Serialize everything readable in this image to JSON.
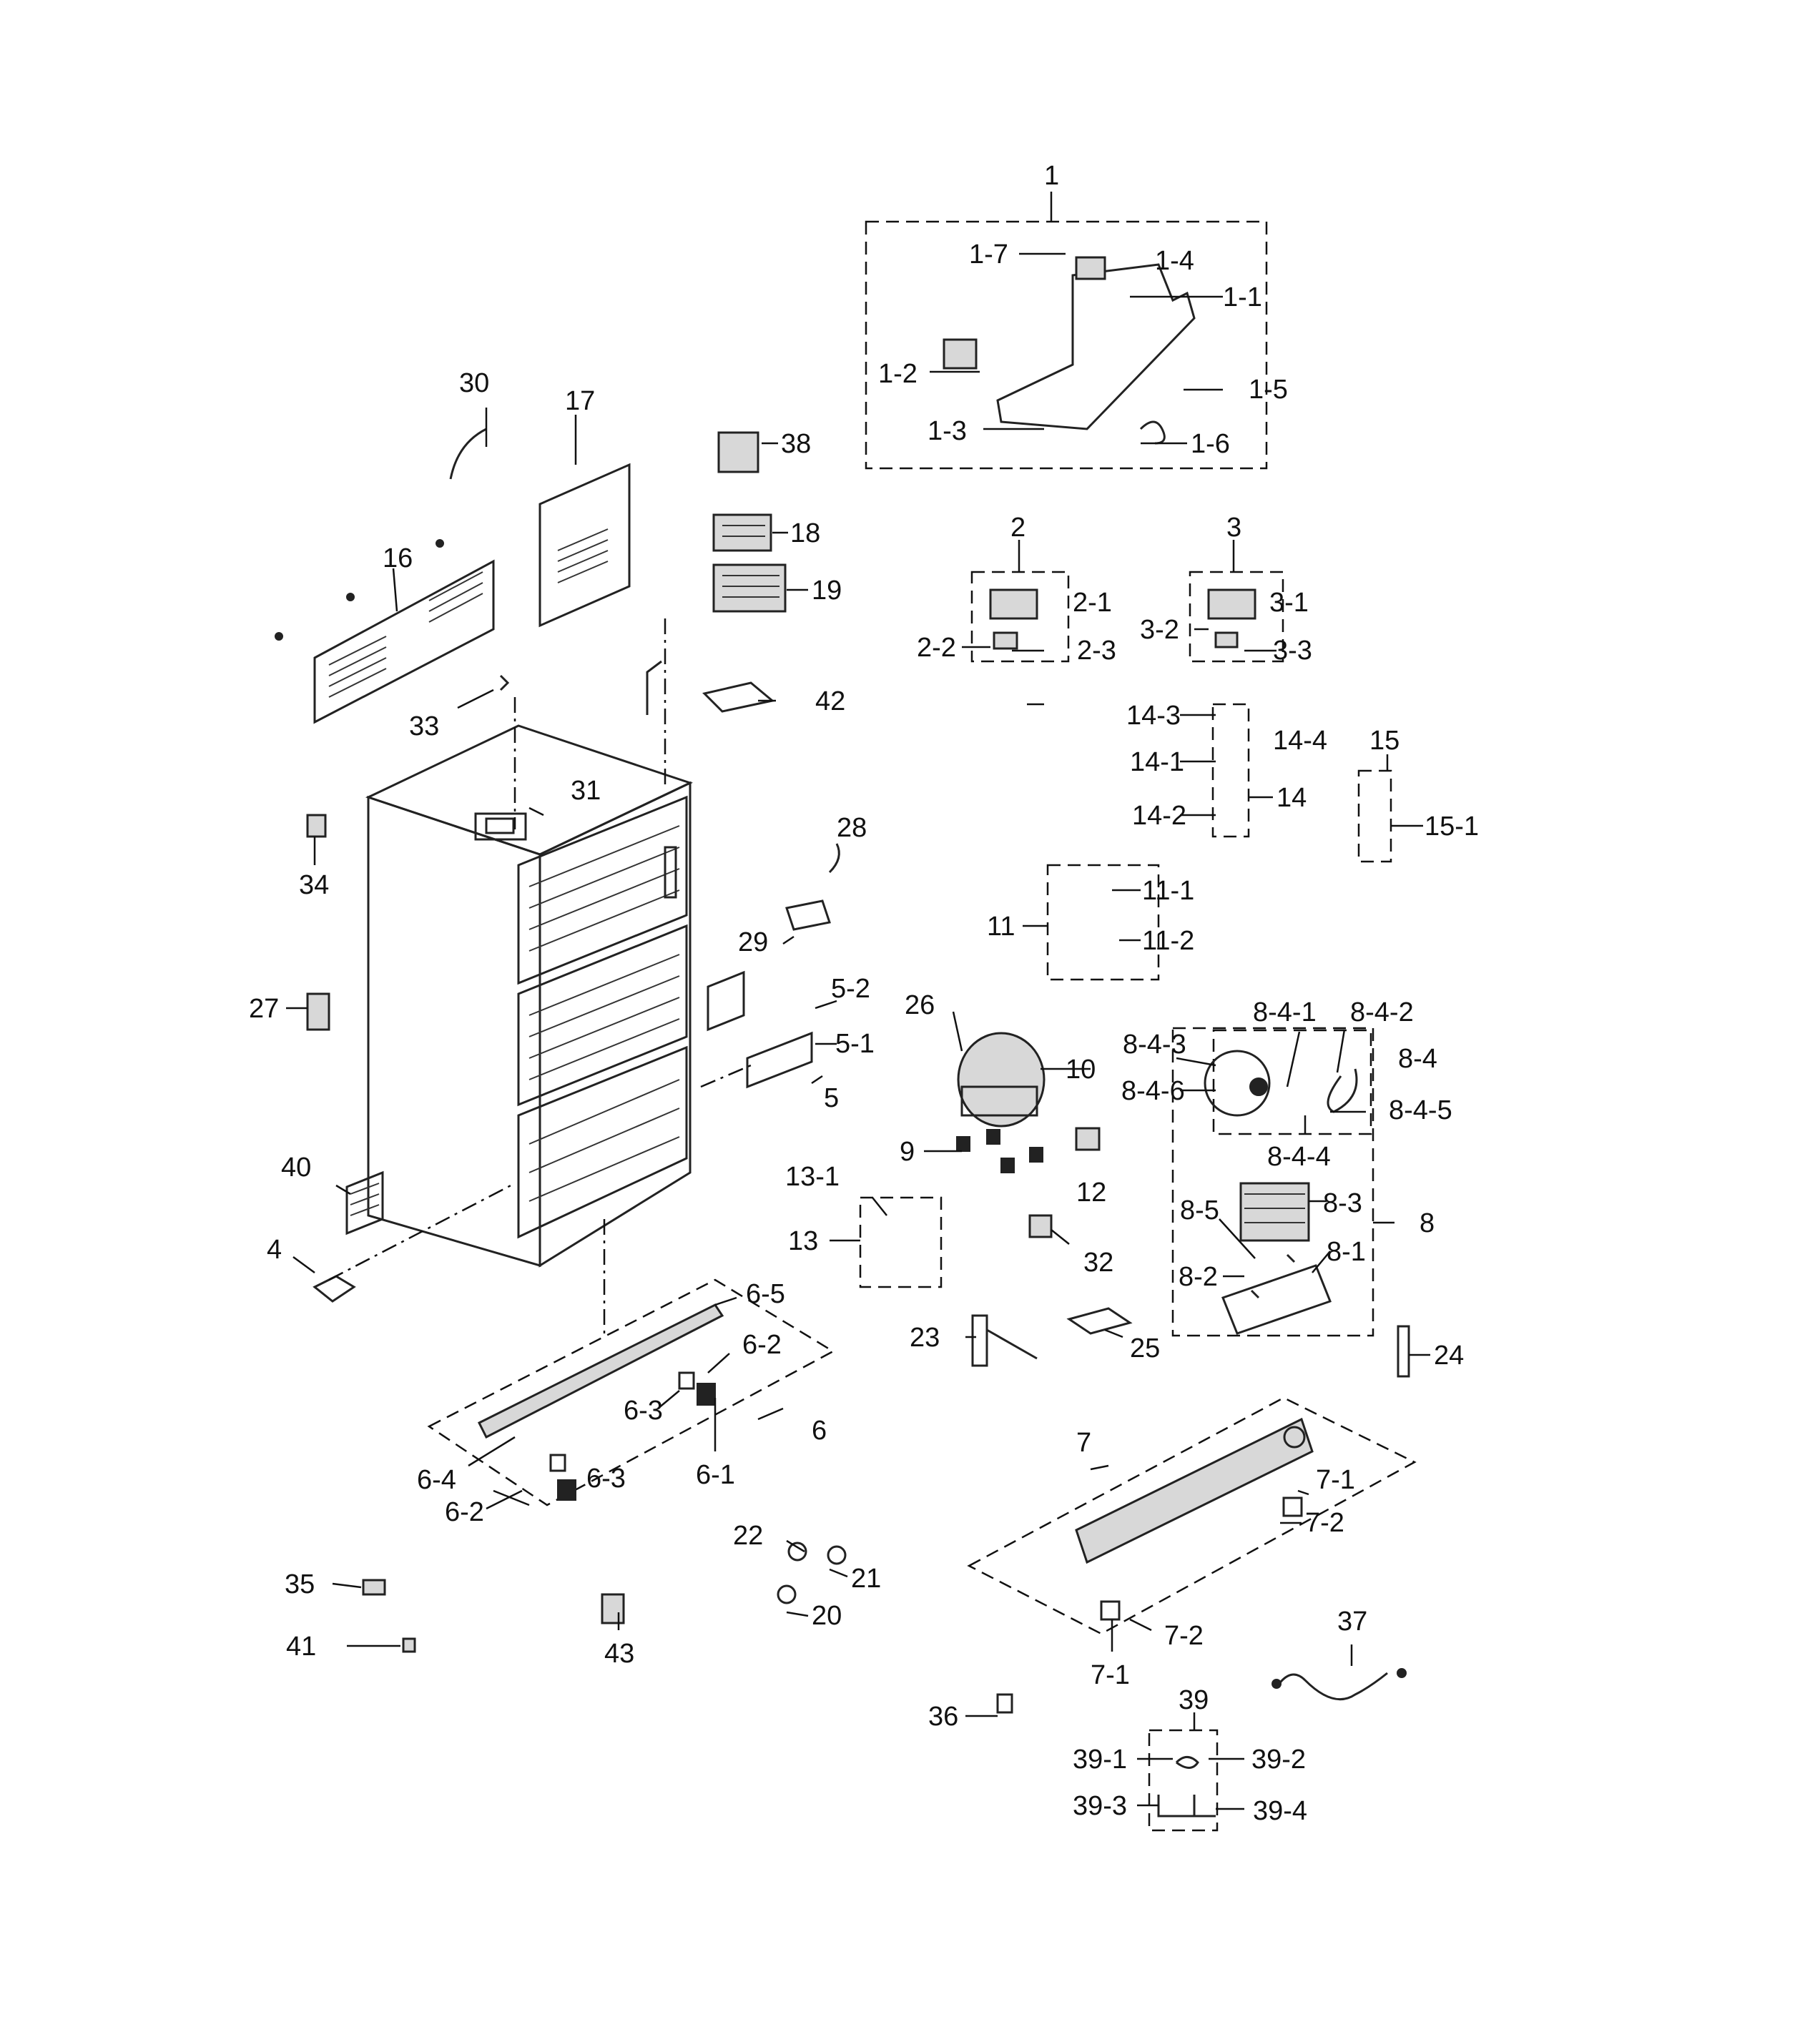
{
  "callouts": [
    {
      "id": "1",
      "text": "1"
    },
    {
      "id": "1-1",
      "text": "1-1"
    },
    {
      "id": "1-2",
      "text": "1-2"
    },
    {
      "id": "1-3",
      "text": "1-3"
    },
    {
      "id": "1-4",
      "text": "1-4"
    },
    {
      "id": "1-5",
      "text": "1-5"
    },
    {
      "id": "1-6",
      "text": "1-6"
    },
    {
      "id": "1-7",
      "text": "1-7"
    },
    {
      "id": "2",
      "text": "2"
    },
    {
      "id": "2-1",
      "text": "2-1"
    },
    {
      "id": "2-2",
      "text": "2-2"
    },
    {
      "id": "2-3",
      "text": "2-3"
    },
    {
      "id": "3",
      "text": "3"
    },
    {
      "id": "3-1",
      "text": "3-1"
    },
    {
      "id": "3-2",
      "text": "3-2"
    },
    {
      "id": "3-3",
      "text": "3-3"
    },
    {
      "id": "4",
      "text": "4"
    },
    {
      "id": "5",
      "text": "5"
    },
    {
      "id": "5-1",
      "text": "5-1"
    },
    {
      "id": "5-2",
      "text": "5-2"
    },
    {
      "id": "6",
      "text": "6"
    },
    {
      "id": "6-1",
      "text": "6-1"
    },
    {
      "id": "6-2a",
      "text": "6-2"
    },
    {
      "id": "6-2b",
      "text": "6-2"
    },
    {
      "id": "6-3a",
      "text": "6-3"
    },
    {
      "id": "6-3b",
      "text": "6-3"
    },
    {
      "id": "6-4",
      "text": "6-4"
    },
    {
      "id": "6-5",
      "text": "6-5"
    },
    {
      "id": "7",
      "text": "7"
    },
    {
      "id": "7-1a",
      "text": "7-1"
    },
    {
      "id": "7-1b",
      "text": "7-1"
    },
    {
      "id": "7-2a",
      "text": "7-2"
    },
    {
      "id": "7-2b",
      "text": "7-2"
    },
    {
      "id": "8",
      "text": "8"
    },
    {
      "id": "8-1",
      "text": "8-1"
    },
    {
      "id": "8-2",
      "text": "8-2"
    },
    {
      "id": "8-3",
      "text": "8-3"
    },
    {
      "id": "8-4",
      "text": "8-4"
    },
    {
      "id": "8-4-1",
      "text": "8-4-1"
    },
    {
      "id": "8-4-2",
      "text": "8-4-2"
    },
    {
      "id": "8-4-3",
      "text": "8-4-3"
    },
    {
      "id": "8-4-4",
      "text": "8-4-4"
    },
    {
      "id": "8-4-5",
      "text": "8-4-5"
    },
    {
      "id": "8-4-6",
      "text": "8-4-6"
    },
    {
      "id": "8-5",
      "text": "8-5"
    },
    {
      "id": "9",
      "text": "9"
    },
    {
      "id": "10",
      "text": "10"
    },
    {
      "id": "11",
      "text": "11"
    },
    {
      "id": "11-1",
      "text": "11-1"
    },
    {
      "id": "11-2",
      "text": "11-2"
    },
    {
      "id": "12",
      "text": "12"
    },
    {
      "id": "13",
      "text": "13"
    },
    {
      "id": "13-1",
      "text": "13-1"
    },
    {
      "id": "14",
      "text": "14"
    },
    {
      "id": "14-1",
      "text": "14-1"
    },
    {
      "id": "14-2",
      "text": "14-2"
    },
    {
      "id": "14-3",
      "text": "14-3"
    },
    {
      "id": "14-4",
      "text": "14-4"
    },
    {
      "id": "15",
      "text": "15"
    },
    {
      "id": "15-1",
      "text": "15-1"
    },
    {
      "id": "16",
      "text": "16"
    },
    {
      "id": "17",
      "text": "17"
    },
    {
      "id": "18",
      "text": "18"
    },
    {
      "id": "19",
      "text": "19"
    },
    {
      "id": "20",
      "text": "20"
    },
    {
      "id": "21",
      "text": "21"
    },
    {
      "id": "22",
      "text": "22"
    },
    {
      "id": "23",
      "text": "23"
    },
    {
      "id": "24",
      "text": "24"
    },
    {
      "id": "25",
      "text": "25"
    },
    {
      "id": "26",
      "text": "26"
    },
    {
      "id": "27",
      "text": "27"
    },
    {
      "id": "28",
      "text": "28"
    },
    {
      "id": "29",
      "text": "29"
    },
    {
      "id": "30",
      "text": "30"
    },
    {
      "id": "31",
      "text": "31"
    },
    {
      "id": "32",
      "text": "32"
    },
    {
      "id": "33",
      "text": "33"
    },
    {
      "id": "34",
      "text": "34"
    },
    {
      "id": "35",
      "text": "35"
    },
    {
      "id": "36",
      "text": "36"
    },
    {
      "id": "37",
      "text": "37"
    },
    {
      "id": "38",
      "text": "38"
    },
    {
      "id": "39",
      "text": "39"
    },
    {
      "id": "39-1",
      "text": "39-1"
    },
    {
      "id": "39-2",
      "text": "39-2"
    },
    {
      "id": "39-3",
      "text": "39-3"
    },
    {
      "id": "39-4",
      "text": "39-4"
    },
    {
      "id": "40",
      "text": "40"
    },
    {
      "id": "41",
      "text": "41"
    },
    {
      "id": "42",
      "text": "42"
    },
    {
      "id": "43",
      "text": "43"
    }
  ]
}
